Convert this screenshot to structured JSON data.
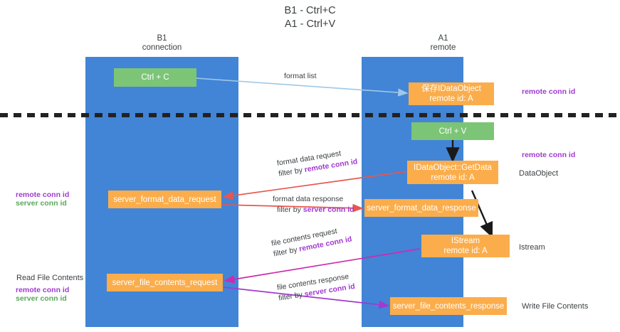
{
  "title": {
    "line1": "B1 - Ctrl+C",
    "line2": "A1 - Ctrl+V"
  },
  "columns": [
    {
      "id": "b1",
      "name": "B1",
      "role": "connection"
    },
    {
      "id": "a1",
      "name": "A1",
      "role": "remote"
    }
  ],
  "nodes": {
    "ctrl_c": {
      "line1": "Ctrl + C",
      "line2": "",
      "color": "#7cc576"
    },
    "save_idataobject": {
      "line1": "保存IDataObject",
      "line2": "remote id: A",
      "color": "#fbad4b"
    },
    "ctrl_v": {
      "line1": "Ctrl + V",
      "line2": "",
      "color": "#7cc576"
    },
    "getdata": {
      "line1": "IDataObject::GetData",
      "line2": "remote id: A",
      "color": "#fbad4b"
    },
    "server_format_data_request": {
      "line1": "server_format_data_request",
      "line2": "",
      "color": "#fbad4b"
    },
    "server_format_data_response": {
      "line1": "server_format_data_response",
      "line2": "",
      "color": "#fbad4b"
    },
    "istream": {
      "line1": "IStream",
      "line2": "remote id: A",
      "color": "#fbad4b"
    },
    "server_file_contents_request": {
      "line1": "server_file_contents_request",
      "line2": "",
      "color": "#fbad4b"
    },
    "server_file_contents_response": {
      "line1": "server_file_contents_response",
      "line2": "",
      "color": "#fbad4b"
    }
  },
  "edges": {
    "format_list": {
      "label": "format list",
      "filter_prefix": "",
      "filter_key": "",
      "color": "#9ec9e8"
    },
    "format_data_request": {
      "label": "format data request",
      "filter_prefix": "filter by ",
      "filter_key": "remote conn id",
      "color": "#e8564f"
    },
    "format_data_response": {
      "label": "format data response",
      "filter_prefix": "filter by ",
      "filter_key": "server conn id",
      "color": "#e8564f"
    },
    "file_contents_request": {
      "label": "file contents request",
      "filter_prefix": "filter by ",
      "filter_key": "remote conn id",
      "color": "#cc2bb0"
    },
    "file_contents_response": {
      "label": "file contents response",
      "filter_prefix": "filter by ",
      "filter_key": "server conn id",
      "color": "#a03ad0"
    }
  },
  "right_labels": {
    "remote_conn_id_top": "remote conn id",
    "remote_conn_id_mid": "remote conn id",
    "dataobject": "DataObject",
    "istream": "Istream",
    "write_file_contents": "Write File Contents"
  },
  "left_labels": {
    "remote_conn_id": "remote conn id",
    "server_conn_id": "server conn id",
    "read_file_contents": "Read File Contents",
    "remote_conn_id_2": "remote conn id",
    "server_conn_id_2": "server conn id"
  },
  "colors": {
    "lane": "#4285d6",
    "green_node": "#7cc576",
    "orange_node": "#fbad4b",
    "purple_text": "#a03ad0",
    "green_text": "#5aa85a",
    "divider": "#222222"
  }
}
